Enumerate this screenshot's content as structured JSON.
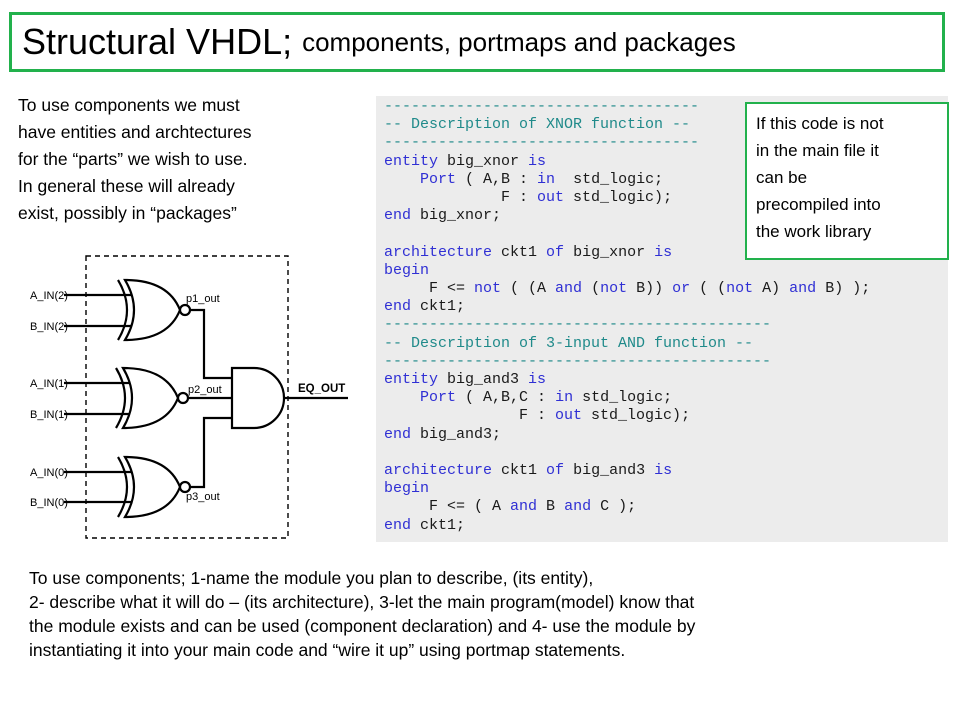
{
  "title": {
    "main": "Structural VHDL;",
    "sub": "components, portmaps and packages"
  },
  "intro_lines": [
    "To use components we must",
    "have entities and archtectures",
    "for the “parts” we wish to use.",
    "In general these will already",
    "exist, possibly in “packages”"
  ],
  "code_lines": [
    [
      {
        "t": "-----------------------------------",
        "c": "cm"
      }
    ],
    [
      {
        "t": "-- Description of XNOR function --",
        "c": "cm"
      }
    ],
    [
      {
        "t": "-----------------------------------",
        "c": "cm"
      }
    ],
    [
      {
        "t": "entity",
        "c": "kw"
      },
      {
        "t": " big_xnor "
      },
      {
        "t": "is",
        "c": "kw"
      }
    ],
    [
      {
        "t": "    "
      },
      {
        "t": "Port",
        "c": "kw"
      },
      {
        "t": " ( A,B : "
      },
      {
        "t": "in",
        "c": "kw"
      },
      {
        "t": "  std_logic;"
      }
    ],
    [
      {
        "t": "             F : "
      },
      {
        "t": "out",
        "c": "kw"
      },
      {
        "t": " std_logic);"
      }
    ],
    [
      {
        "t": "end",
        "c": "kw"
      },
      {
        "t": " big_xnor;"
      }
    ],
    [],
    [
      {
        "t": "architecture",
        "c": "kw"
      },
      {
        "t": " ckt1 "
      },
      {
        "t": "of",
        "c": "kw"
      },
      {
        "t": " big_xnor "
      },
      {
        "t": "is",
        "c": "kw"
      }
    ],
    [
      {
        "t": "begin",
        "c": "kw"
      }
    ],
    [
      {
        "t": "     F <= "
      },
      {
        "t": "not",
        "c": "kw"
      },
      {
        "t": " ( (A "
      },
      {
        "t": "and",
        "c": "kw"
      },
      {
        "t": " ("
      },
      {
        "t": "not",
        "c": "kw"
      },
      {
        "t": " B)) "
      },
      {
        "t": "or",
        "c": "kw"
      },
      {
        "t": " ( ("
      },
      {
        "t": "not",
        "c": "kw"
      },
      {
        "t": " A) "
      },
      {
        "t": "and",
        "c": "kw"
      },
      {
        "t": " B) );"
      }
    ],
    [
      {
        "t": "end",
        "c": "kw"
      },
      {
        "t": " ckt1;"
      }
    ],
    [
      {
        "t": "-------------------------------------------",
        "c": "cm"
      }
    ],
    [
      {
        "t": "-- Description of 3-input AND function --",
        "c": "cm"
      }
    ],
    [
      {
        "t": "-------------------------------------------",
        "c": "cm"
      }
    ],
    [
      {
        "t": "entity",
        "c": "kw"
      },
      {
        "t": " big_and3 "
      },
      {
        "t": "is",
        "c": "kw"
      }
    ],
    [
      {
        "t": "    "
      },
      {
        "t": "Port",
        "c": "kw"
      },
      {
        "t": " ( A,B,C : "
      },
      {
        "t": "in",
        "c": "kw"
      },
      {
        "t": " std_logic;"
      }
    ],
    [
      {
        "t": "               F : "
      },
      {
        "t": "out",
        "c": "kw"
      },
      {
        "t": " std_logic);"
      }
    ],
    [
      {
        "t": "end",
        "c": "kw"
      },
      {
        "t": " big_and3;"
      }
    ],
    [],
    [
      {
        "t": "architecture",
        "c": "kw"
      },
      {
        "t": " ckt1 "
      },
      {
        "t": "of",
        "c": "kw"
      },
      {
        "t": " big_and3 "
      },
      {
        "t": "is",
        "c": "kw"
      }
    ],
    [
      {
        "t": "begin",
        "c": "kw"
      }
    ],
    [
      {
        "t": "     F <= ( A "
      },
      {
        "t": "and",
        "c": "kw"
      },
      {
        "t": " B "
      },
      {
        "t": "and",
        "c": "kw"
      },
      {
        "t": " C );"
      }
    ],
    [
      {
        "t": "end",
        "c": "kw"
      },
      {
        "t": " ckt1;"
      }
    ]
  ],
  "note_lines": [
    "If this code is not",
    "in the main file it",
    "can be",
    "precompiled into",
    "the work library"
  ],
  "diagram": {
    "inputs": [
      "A_IN(2)",
      "B_IN(2)",
      "A_IN(1)",
      "B_IN(1)",
      "A_IN(0)",
      "B_IN(0)"
    ],
    "nodes": [
      "p1_out",
      "p2_out",
      "p3_out"
    ],
    "output": "EQ_OUT"
  },
  "bottom_lines": [
    "To use components; 1-name the module you plan to describe, (its entity),",
    "2- describe what it will do – (its architecture), 3-let the main program(model) know that",
    "the module exists and can be used (component declaration) and 4- use the module by",
    "instantiating it into your main code and “wire it up” using portmap statements."
  ],
  "colors": {
    "frame_green": "#22b14c",
    "keyword_blue": "#2f2fd4",
    "comment_teal": "#1f8a8a",
    "code_background": "#ececec"
  }
}
